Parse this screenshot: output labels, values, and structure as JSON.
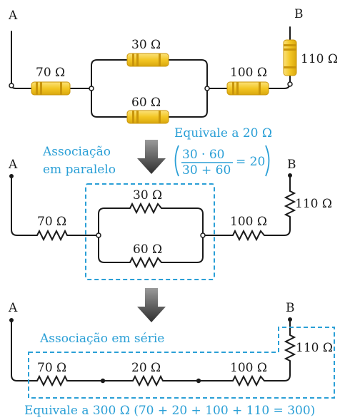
{
  "diagram1": {
    "point_a": "A",
    "point_b": "B",
    "r70": "70 Ω",
    "r30": "30 Ω",
    "r60": "60 Ω",
    "r100": "100 Ω",
    "r110": "110 Ω"
  },
  "annotation_parallel": {
    "equivalent": "Equivale a 20 Ω",
    "label_line1": "Associação",
    "label_line2": "em paralelo",
    "frac_num": "30 · 60",
    "frac_den": "30 + 60",
    "frac_result": "= 20"
  },
  "diagram2": {
    "point_a": "A",
    "point_b": "B",
    "r70": "70 Ω",
    "r30": "30 Ω",
    "r60": "60 Ω",
    "r100": "100 Ω",
    "r110": "110 Ω"
  },
  "diagram3": {
    "point_a": "A",
    "point_b": "B",
    "series_label": "Associação em série",
    "r70": "70 Ω",
    "r20": "20 Ω",
    "r100": "100 Ω",
    "r110": "110 Ω",
    "equivalent": "Equivale a 300 Ω (70 + 20 + 100 + 110 = 300)"
  },
  "colors": {
    "accent": "#2a9fd6",
    "resistor_body": "#f3c623",
    "arrow": "#3a3a3a"
  }
}
